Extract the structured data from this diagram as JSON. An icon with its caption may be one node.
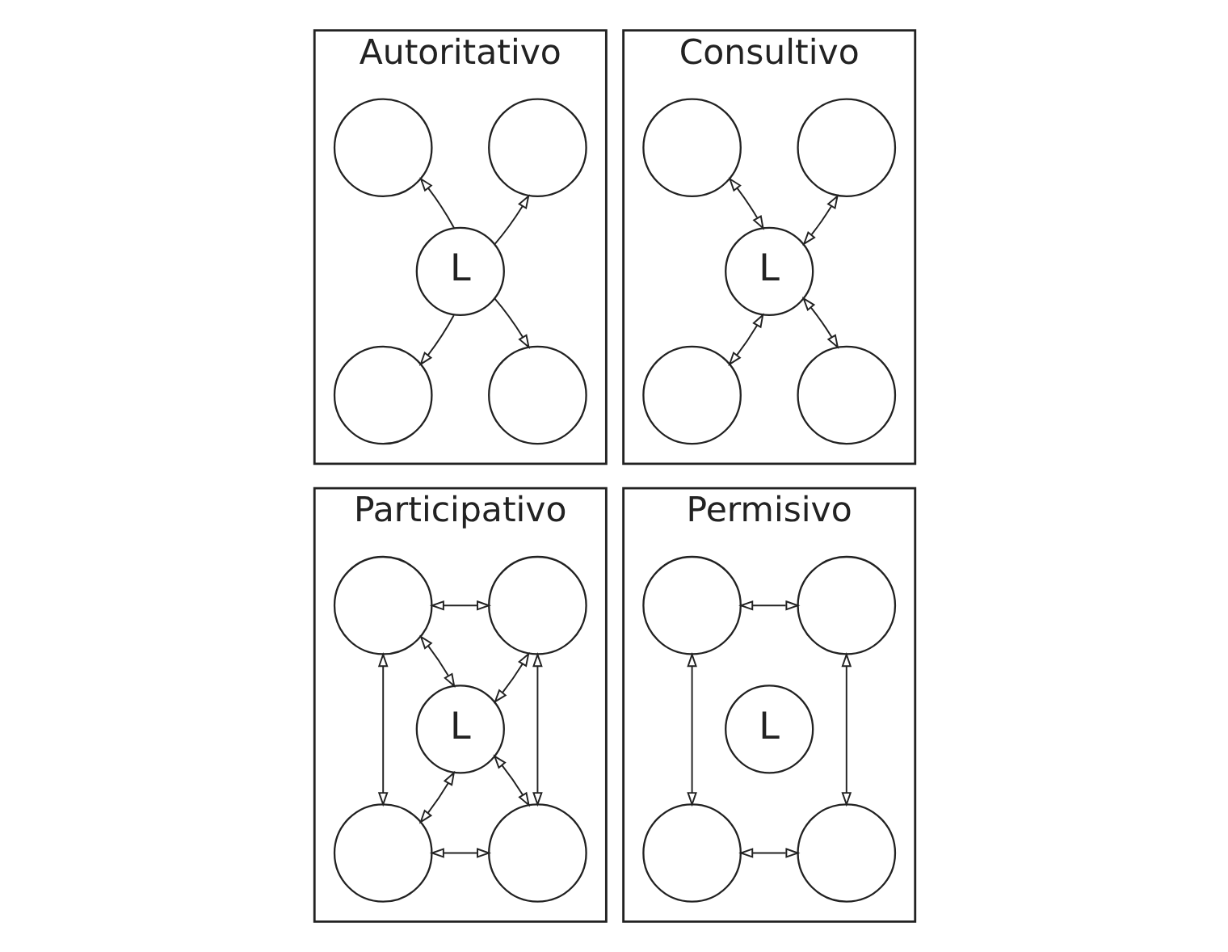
{
  "diagram": {
    "nodes": [
      {
        "text": [
          "Autoritativo"
        ]
      },
      {
        "text": [],
        "shape": "circle",
        "in": 0
      },
      {
        "text": [],
        "shape": "circle",
        "in": 0
      },
      {
        "text": [
          "L"
        ],
        "in": 0
      },
      {
        "text": [],
        "shape": "circle",
        "in": 0
      },
      {
        "text": [],
        "shape": "circle",
        "in": 0
      },
      {
        "text": [
          "Consultivo"
        ]
      },
      {
        "text": [],
        "shape": "circle",
        "in": 6
      },
      {
        "text": [],
        "shape": "circle",
        "in": 6
      },
      {
        "text": [
          "L"
        ],
        "in": 6
      },
      {
        "text": [],
        "shape": "circle",
        "in": 6
      },
      {
        "text": [],
        "shape": "circle",
        "in": 6
      },
      {
        "text": [
          "Participativo"
        ]
      },
      {
        "text": [],
        "shape": "circle",
        "in": 12
      },
      {
        "text": [],
        "shape": "circle",
        "in": 12
      },
      {
        "text": [
          "L"
        ],
        "in": 12
      },
      {
        "text": [],
        "shape": "circle",
        "in": 12
      },
      {
        "text": [],
        "shape": "circle",
        "in": 12
      },
      {
        "text": [
          "Permisivo"
        ]
      },
      {
        "text": [],
        "shape": "circle",
        "in": 18
      },
      {
        "text": [],
        "shape": "circle",
        "in": 18
      },
      {
        "text": [
          "L"
        ],
        "in": 18
      },
      {
        "text": [],
        "shape": "circle",
        "in": 18
      },
      {
        "text": [],
        "shape": "circle",
        "in": 18
      }
    ],
    "edges": [
      {
        "from": 3,
        "to": 1,
        "arrow": "to"
      },
      {
        "from": 3,
        "to": 2,
        "arrow": "to"
      },
      {
        "from": 3,
        "to": 4,
        "arrow": "to"
      },
      {
        "from": 3,
        "to": 5,
        "arrow": "to"
      },
      {
        "from": 7,
        "to": 9,
        "arrow": "both"
      },
      {
        "from": 8,
        "to": 9,
        "arrow": "both"
      },
      {
        "from": 9,
        "to": 10,
        "arrow": "both"
      },
      {
        "from": 9,
        "to": 11,
        "arrow": "both"
      },
      {
        "from": 13,
        "to": 14,
        "arrow": "both"
      },
      {
        "from": 13,
        "to": 15,
        "arrow": "both"
      },
      {
        "from": 14,
        "to": 15,
        "arrow": "both"
      },
      {
        "from": 13,
        "to": 16,
        "arrow": "both"
      },
      {
        "from": 14,
        "to": 17,
        "arrow": "both"
      },
      {
        "from": 15,
        "to": 16,
        "arrow": "both"
      },
      {
        "from": 15,
        "to": 17,
        "arrow": "both"
      },
      {
        "from": 16,
        "to": 17,
        "arrow": "both"
      },
      {
        "from": 19,
        "to": 20,
        "arrow": "both"
      },
      {
        "from": 19,
        "to": 22,
        "arrow": "both"
      },
      {
        "from": 20,
        "to": 23,
        "arrow": "both"
      },
      {
        "from": 22,
        "to": 23,
        "arrow": "both"
      }
    ]
  }
}
